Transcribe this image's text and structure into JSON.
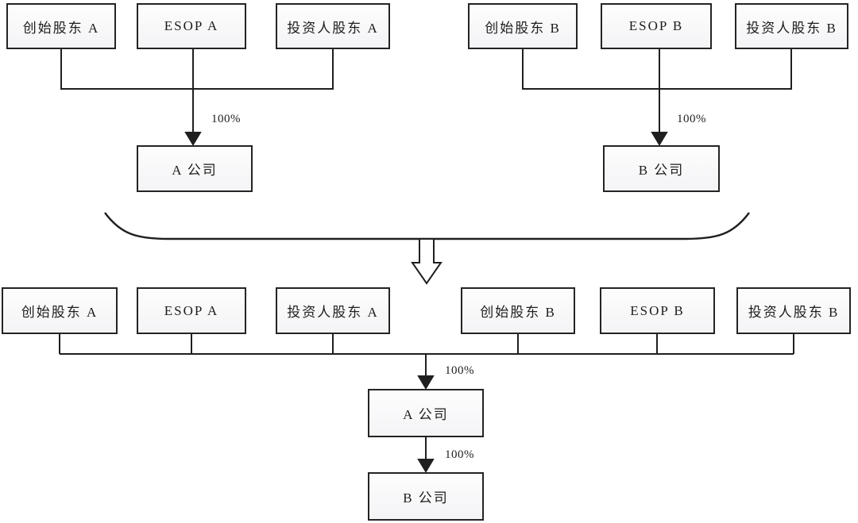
{
  "diagram_title": "",
  "top_section": {
    "group_a": {
      "shareholders": [
        "创始股东 A",
        "ESOP A",
        "投资人股东 A"
      ],
      "ownership": "100%",
      "company": "A 公司"
    },
    "group_b": {
      "shareholders": [
        "创始股东 B",
        "ESOP B",
        "投资人股东 B"
      ],
      "ownership": "100%",
      "company": "B 公司"
    }
  },
  "bottom_section": {
    "shareholders": [
      "创始股东 A",
      "ESOP A",
      "投资人股东 A",
      "创始股东 B",
      "ESOP B",
      "投资人股东 B"
    ],
    "ownership_a": "100%",
    "company_a": "A 公司",
    "ownership_b": "100%",
    "company_b": "B 公司"
  },
  "colors": {
    "line": "#1f1f1f",
    "box_border": "#242424",
    "box_fill": "#f9f9fb",
    "text": "#1d1d1d",
    "background": "#ffffff"
  }
}
